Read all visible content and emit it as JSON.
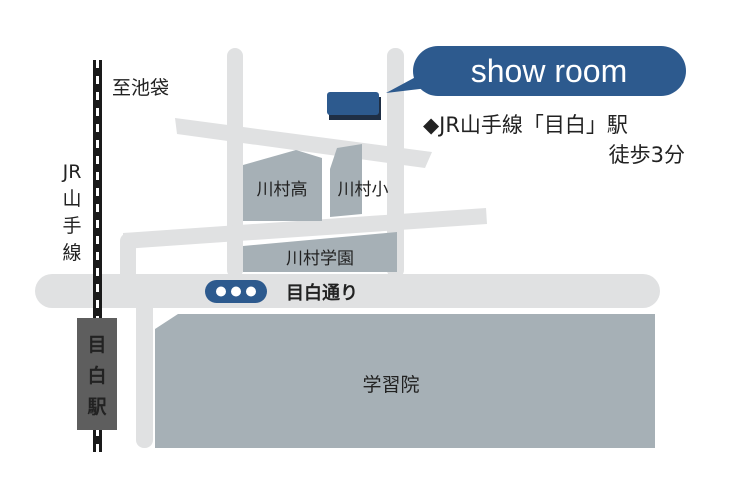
{
  "labels": {
    "direction_ikebukuro": "至池袋",
    "jr_line_vertical": [
      "JR",
      "山",
      "手",
      "線"
    ],
    "station_vertical": [
      "目",
      "白",
      "駅"
    ],
    "kawamura_high": "川村高",
    "kawamura_elementary": "川村小",
    "kawamura_gakuen": "川村学園",
    "mejiro_dori": "目白通り",
    "gakushuin": "学習院"
  },
  "callout": {
    "title": "show room",
    "access_line1": "◆JR山手線「目白」駅",
    "access_line2": "徒歩3分"
  },
  "icons": {
    "showroom_marker": "showroom-marker-icon",
    "bus_stop": "bus-stop-icon"
  },
  "colors": {
    "road": "#e0e1e2",
    "building": "#a6b0b6",
    "accent": "#2d5a8e",
    "station": "#5e5e5e",
    "rail": "#1a1a1a"
  }
}
